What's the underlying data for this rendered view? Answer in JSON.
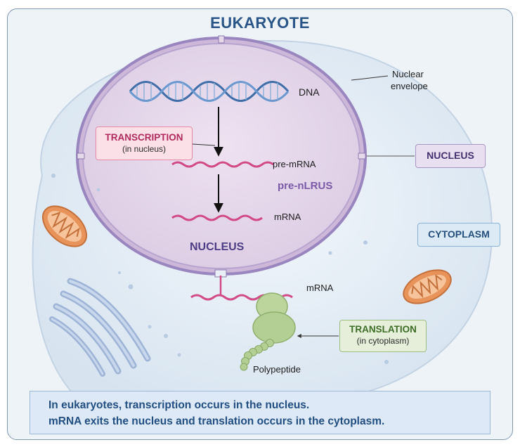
{
  "title": "EUKARYOTE",
  "labels": {
    "dna": "DNA",
    "nuclear_envelope_line1": "Nuclear",
    "nuclear_envelope_line2": "envelope",
    "pre_mrna": "pre-mRNA",
    "mrna_nucleus": "mRNA",
    "mrna_cytoplasm": "mRNA",
    "polypeptide": "Polypeptide",
    "nucleus_center": "NUCLEUS",
    "garbled": "pre-nLRUS"
  },
  "boxes": {
    "transcription_title": "TRANSCRIPTION",
    "transcription_sub": "(in nucleus)",
    "nucleus": "NUCLEUS",
    "cytoplasm": "CYTOPLASM",
    "translation_title": "TRANSLATION",
    "translation_sub": "(in cytoplasm)"
  },
  "summary": {
    "line1": "In eukaryotes, transcription occurs in the nucleus.",
    "line2": "mRNA exits the nucleus and translation occurs in the cytoplasm."
  },
  "colors": {
    "title": "#2a5587",
    "nucleus_fill": "#e6d9ea",
    "nucleus_envelope": "#9a86bf",
    "dna_strand": "#3f6ea8",
    "rna_strand": "#d14a86",
    "ribosome": "#b9d49a",
    "mitochondria": "#e8935a",
    "golgi": "#a9bcdb"
  },
  "icons": [
    "dna-helix-icon",
    "mitochondrion-icon",
    "golgi-apparatus-icon",
    "ribosome-icon",
    "polypeptide-chain-icon"
  ]
}
